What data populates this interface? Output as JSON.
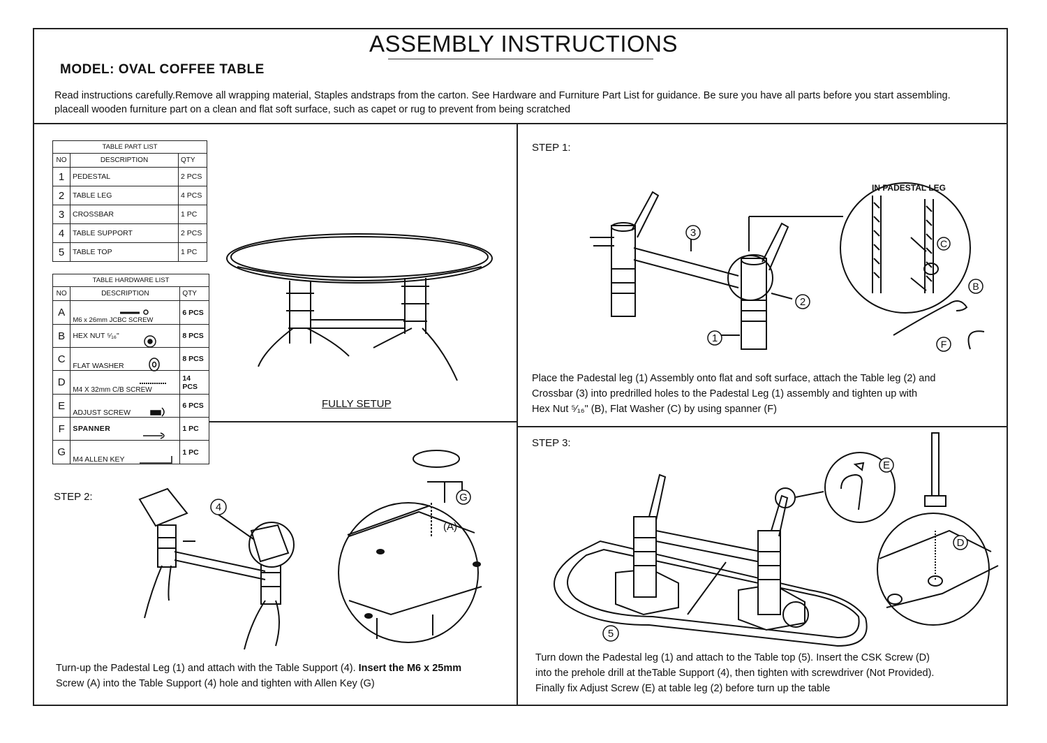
{
  "header": {
    "title": "ASSEMBLY INSTRUCTIONS",
    "model": "MODEL: OVAL COFFEE TABLE",
    "intro": "Read instructions carefully.Remove all wrapping material, Staples andstraps from the carton. See Hardware and Furniture Part List for guidance. Be sure you have all parts before you start assembling. placeall wooden furniture part on a clean and flat soft surface, such as capet or rug to prevent from being scratched"
  },
  "part_list": {
    "caption": "TABLE PART LIST",
    "headers": [
      "NO",
      "DESCRIPTION",
      "QTY"
    ],
    "rows": [
      {
        "no": "1",
        "desc": "PEDESTAL",
        "qty": "2 PCS"
      },
      {
        "no": "2",
        "desc": "TABLE LEG",
        "qty": "4 PCS"
      },
      {
        "no": "3",
        "desc": "CROSSBAR",
        "qty": "1 PC"
      },
      {
        "no": "4",
        "desc": "TABLE SUPPORT",
        "qty": "2 PCS"
      },
      {
        "no": "5",
        "desc": "TABLE TOP",
        "qty": "1 PC"
      }
    ]
  },
  "hardware_list": {
    "caption": "TABLE HARDWARE LIST",
    "headers": [
      "NO",
      "DESCRIPTION",
      "QTY"
    ],
    "rows": [
      {
        "no": "A",
        "desc": "M6 x 26mm JCBC SCREW",
        "qty": "6 PCS"
      },
      {
        "no": "B",
        "desc": "HEX NUT ⁵⁄₁₆\"",
        "qty": "8 PCS"
      },
      {
        "no": "C",
        "desc": "FLAT WASHER",
        "qty": "8 PCS"
      },
      {
        "no": "D",
        "desc": "M4 X 32mm C/B SCREW",
        "qty": "14 PCS"
      },
      {
        "no": "E",
        "desc": "ADJUST SCREW",
        "qty": "6 PCS"
      },
      {
        "no": "F",
        "desc": "SPANNER",
        "qty": "1 PC"
      },
      {
        "no": "G",
        "desc": "M4 ALLEN KEY",
        "qty": "1 PC"
      }
    ]
  },
  "fully_setup": "FULLY SETUP",
  "step1": {
    "label": "STEP 1:",
    "inset_label": "IN PADESTAL LEG",
    "callouts": [
      "1",
      "2",
      "3",
      "B",
      "C",
      "F"
    ],
    "caption_line1": "Place the Padestal leg (1) Assembly onto flat and soft surface, attach the Table leg (2) and",
    "caption_line2": "Crossbar (3) into predrilled holes to the Padestal Leg (1) assembly and tighten up with",
    "caption_line3": "Hex Nut ⁵⁄₁₆\" (B), Flat Washer (C) by using spanner (F)"
  },
  "step2": {
    "label": "STEP 2:",
    "callouts": [
      "4",
      "G",
      "(A)"
    ],
    "caption_line1_a": "Turn-up the Padestal Leg (1) and attach with the Table Support (4).",
    "caption_line1_b": "Insert the M6 x 25mm",
    "caption_line2": "Screw (A) into the Table Support (4) hole and tighten with Allen Key (G)"
  },
  "step3": {
    "label": "STEP 3:",
    "callouts": [
      "5",
      "E",
      "D"
    ],
    "caption_line1": "Turn down the Padestal leg (1) and attach to the Table top (5). Insert the CSK Screw (D)",
    "caption_line2": "into the prehole drill at theTable Support (4), then tighten with screwdriver (Not Provided).",
    "caption_line3": "Finally fix Adjust Screw (E) at table leg (2) before turn up the table"
  }
}
